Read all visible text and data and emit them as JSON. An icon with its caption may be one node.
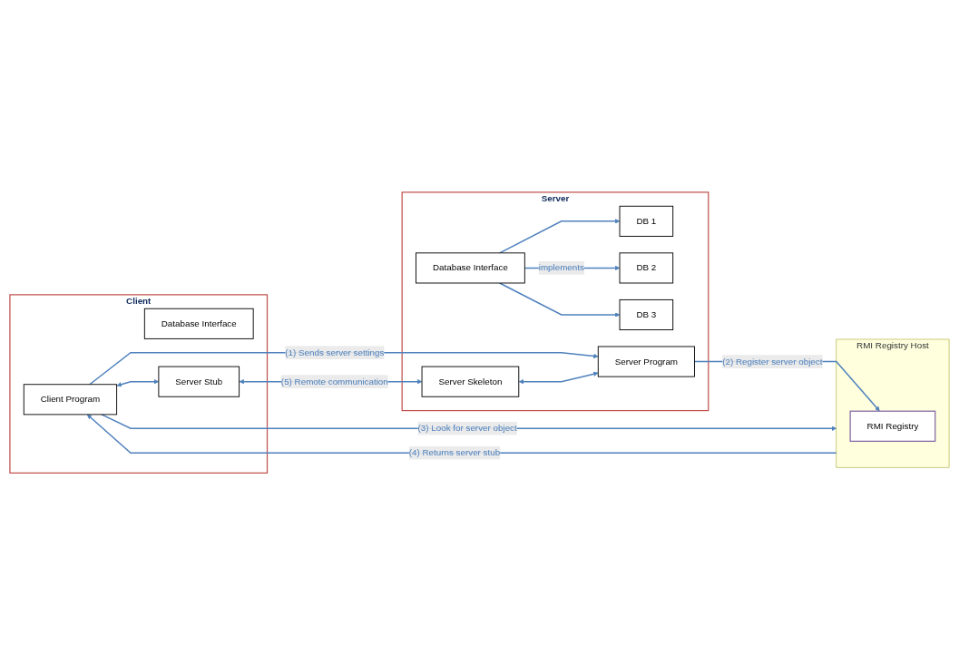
{
  "diagram": {
    "nodes": [
      {
        "text": [
          "Client"
        ]
      },
      {
        "text": [
          "Database Interface"
        ],
        "in": 0
      },
      {
        "text": [
          "Client Program"
        ],
        "in": 0
      },
      {
        "text": [
          "Server Stub"
        ],
        "in": 0
      },
      {
        "text": [
          "Server"
        ]
      },
      {
        "text": [
          "DB 1"
        ],
        "in": 4
      },
      {
        "text": [
          "DB 2"
        ],
        "in": 4
      },
      {
        "text": [
          "DB 3"
        ],
        "in": 4
      },
      {
        "text": [
          "Database Interface"
        ],
        "in": 4
      },
      {
        "text": [
          "Server Skeleton"
        ],
        "in": 4
      },
      {
        "text": [
          "Server Program"
        ],
        "in": 4
      },
      {
        "text": [
          "RMI Registry Host"
        ]
      },
      {
        "text": [
          "RMI Registry"
        ],
        "in": 11
      }
    ],
    "edges": [
      {
        "from": 8,
        "to": 5,
        "arrow": "to"
      },
      {
        "from": 8,
        "to": 6,
        "arrow": "to",
        "label": "implements"
      },
      {
        "from": 8,
        "to": 7,
        "arrow": "to"
      },
      {
        "from": 2,
        "to": 10,
        "arrow": "to",
        "label": "(1) Sends server settings"
      },
      {
        "from": 2,
        "to": 3,
        "arrow": "both"
      },
      {
        "from": 3,
        "to": 9,
        "arrow": "both",
        "label": "(5) Remote communication"
      },
      {
        "from": 9,
        "to": 10,
        "arrow": "both"
      },
      {
        "from": 10,
        "to": 12,
        "arrow": "to",
        "label": "(2) Register server object"
      },
      {
        "from": 2,
        "to": 11,
        "arrow": "to",
        "label": "(3) Look for server object"
      },
      {
        "from": 11,
        "to": 2,
        "arrow": "to",
        "label": "(4) Returns server stub"
      }
    ]
  }
}
